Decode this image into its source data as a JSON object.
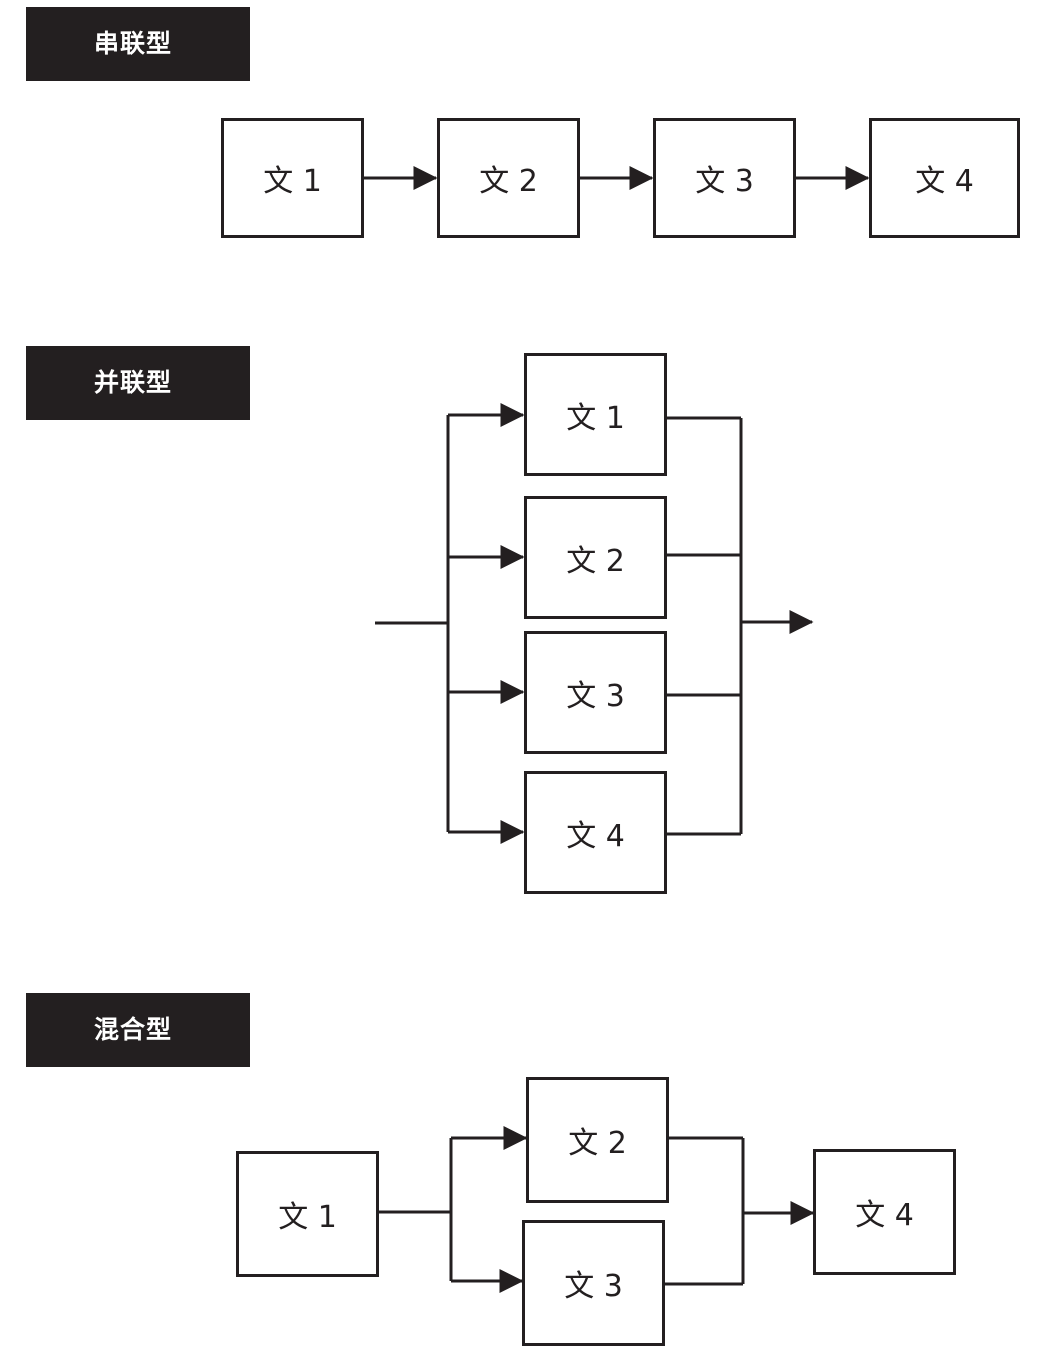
{
  "colors": {
    "ink": "#231f20",
    "background": "#ffffff"
  },
  "sections": {
    "series": {
      "label": "串联型",
      "boxes": [
        "文 1",
        "文 2",
        "文 3",
        "文 4"
      ]
    },
    "parallel": {
      "label": "并联型",
      "boxes": [
        "文 1",
        "文 2",
        "文 3",
        "文 4"
      ]
    },
    "hybrid": {
      "label": "混合型",
      "boxes": [
        "文 1",
        "文 2",
        "文 3",
        "文 4"
      ]
    }
  }
}
